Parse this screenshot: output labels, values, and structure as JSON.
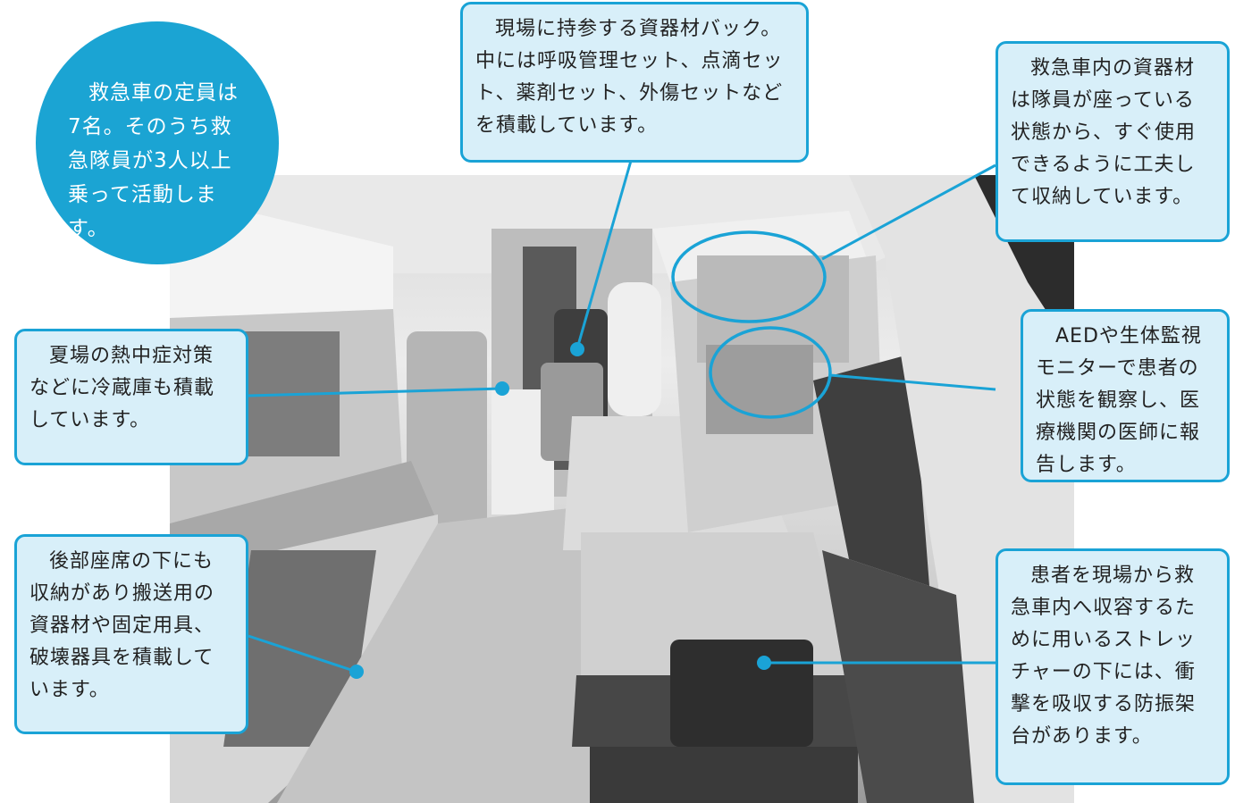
{
  "bubble": {
    "text": "救急車の定員は7名。そのうち救急隊員が3人以上乗って活動します。"
  },
  "callouts": {
    "bag": "現場に持参する資器材バック。中には呼吸管理セット、点滴セット、薬剤セット、外傷セットなどを積載しています。",
    "storage": "救急車内の資器材は隊員が座っている状態から、すぐ使用できるように工夫して収納しています。",
    "fridge": "夏場の熱中症対策などに冷蔵庫も積載しています。",
    "aed": "AEDや生体監視モニターで患者の状態を観察し、医療機関の医師に報告します。",
    "seat": "後部座席の下にも収納があり搬送用の資器材や固定用具、破壊器具を積載しています。",
    "stretcher": "患者を現場から救急車内へ収容するために用いるストレッチャーの下には、衝撃を吸収する防振架台があります。"
  },
  "colors": {
    "accent": "#1aa3d6",
    "callout_fill": "#d8eff9"
  }
}
